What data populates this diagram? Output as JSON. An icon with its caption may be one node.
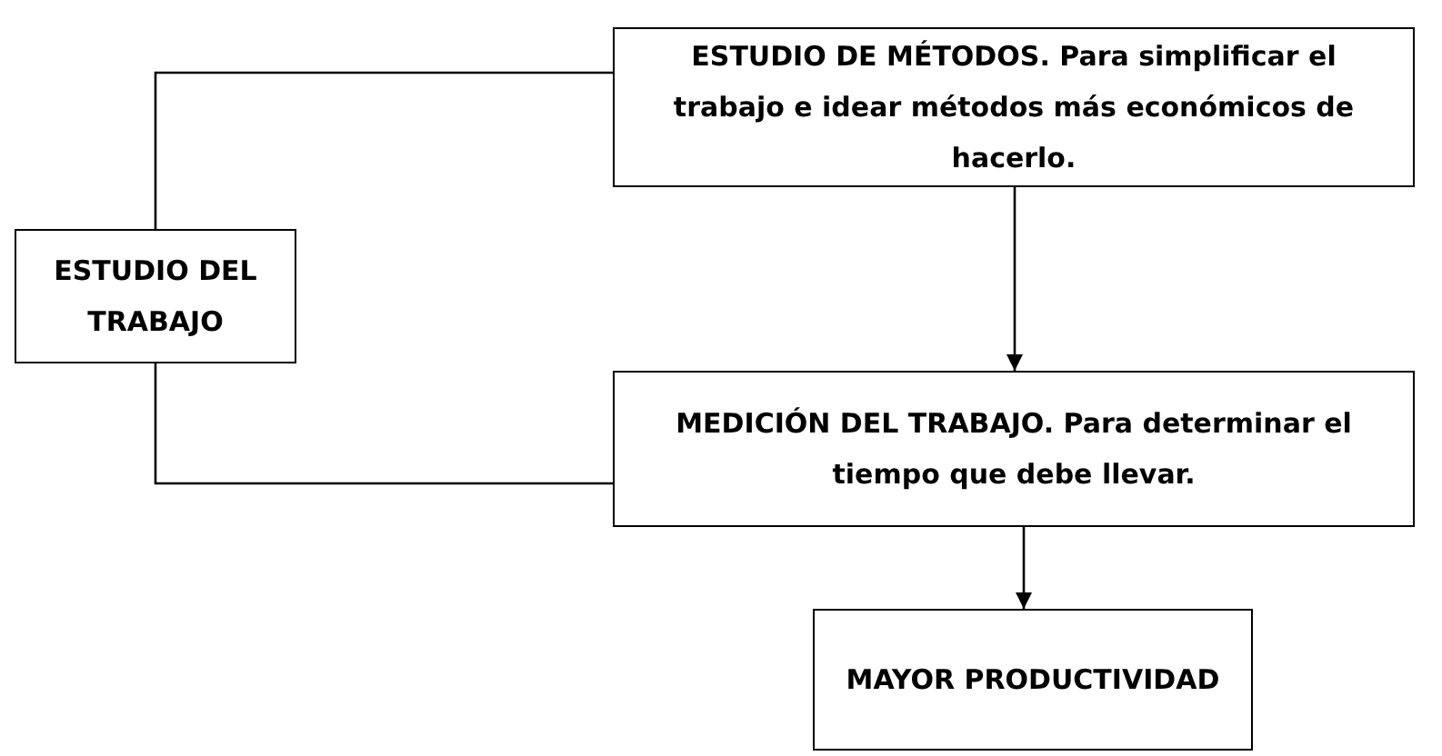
{
  "diagram": {
    "nodes": [
      {
        "text": [
          "ESTUDIO DEL TRABAJO"
        ]
      },
      {
        "text": [
          "ESTUDIO DE MÉTODOS. Para simplificar el trabajo e idear métodos más económicos de hacerlo."
        ]
      },
      {
        "text": [
          "MEDICIÓN DEL TRABAJO. Para determinar el tiempo que debe llevar."
        ]
      },
      {
        "text": [
          "MAYOR PRODUCTIVIDAD"
        ]
      }
    ],
    "edges": [
      {
        "from": 0,
        "to": 1,
        "arrow": "none"
      },
      {
        "from": 0,
        "to": 2,
        "arrow": "none"
      },
      {
        "from": 1,
        "to": 2,
        "arrow": "to"
      },
      {
        "from": 2,
        "to": 3,
        "arrow": "to"
      }
    ]
  }
}
